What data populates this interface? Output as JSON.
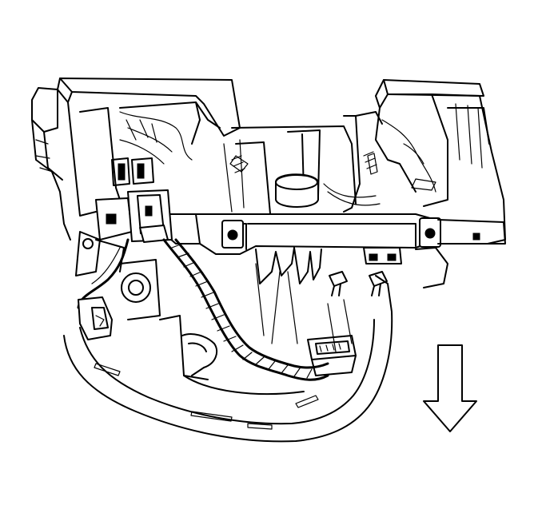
{
  "diagram": {
    "components": [
      {
        "name": "instrument-panel-carrier"
      },
      {
        "name": "steering-column-support-beam"
      },
      {
        "name": "steering-column"
      },
      {
        "name": "wiring-harness"
      },
      {
        "name": "harness-connector"
      },
      {
        "name": "retaining-bolts"
      },
      {
        "name": "lower-trim-panel"
      },
      {
        "name": "heater-ducting"
      }
    ],
    "direction_arrow": {
      "direction": "down",
      "icon": "down-arrow-icon",
      "fill": "#ffffff",
      "stroke": "#000000"
    }
  }
}
